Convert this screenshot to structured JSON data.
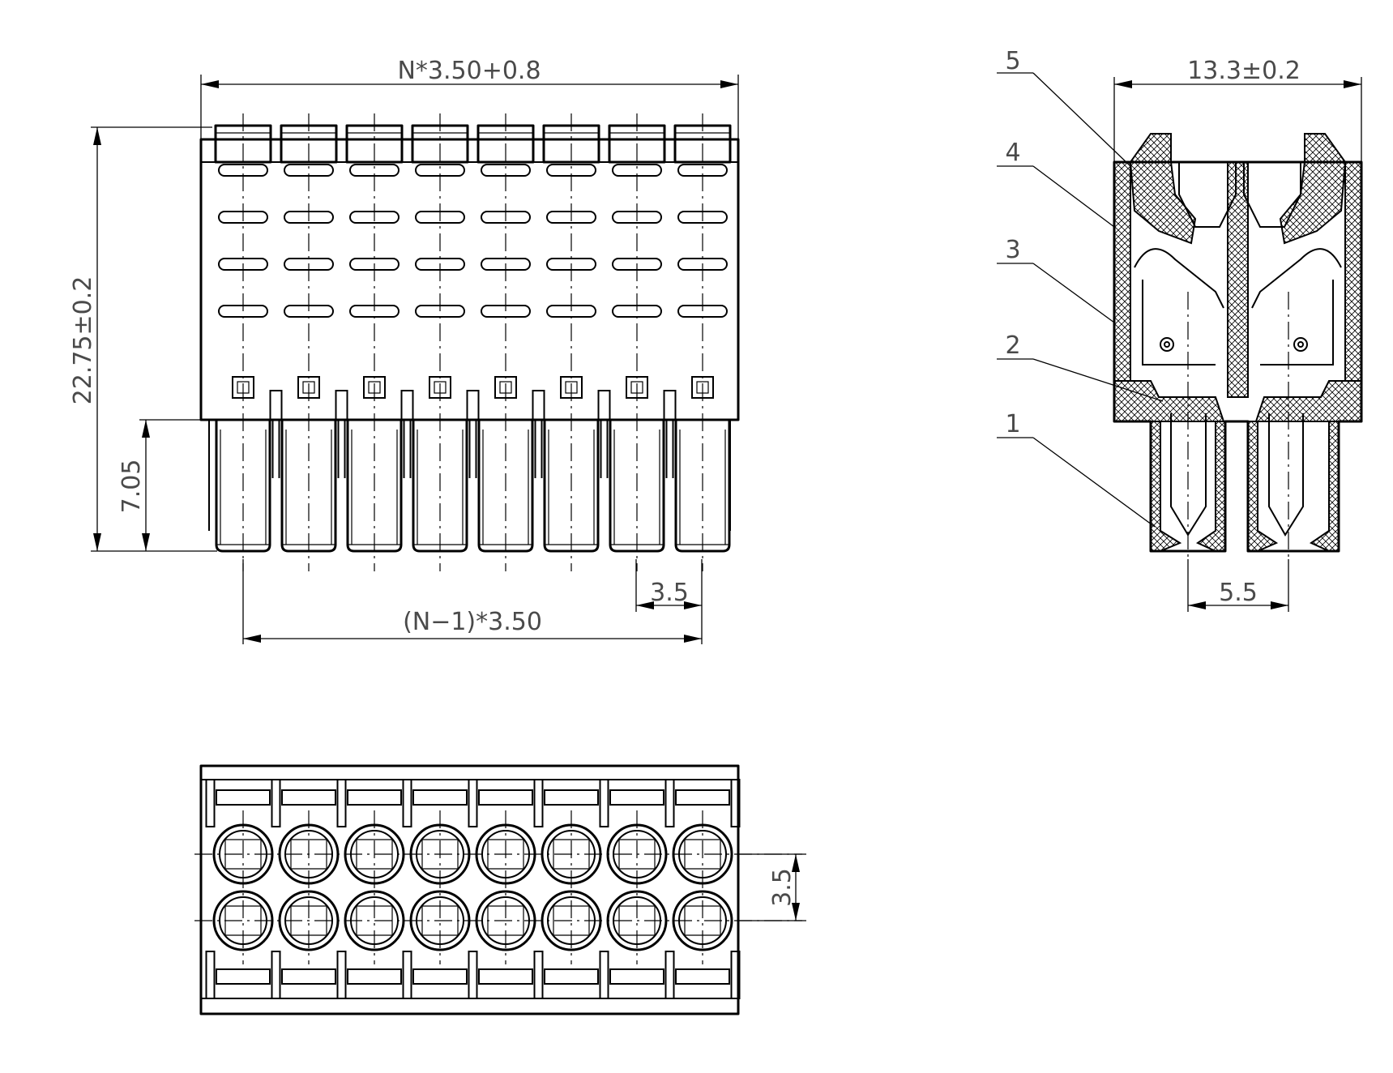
{
  "front_view": {
    "dim_top_width": "N*3.50+0.8",
    "dim_height": "22.75±0.2",
    "dim_pin_length": "7.05",
    "dim_pitch": "3.5",
    "dim_span": "(N−1)*3.50",
    "pole_count": 8
  },
  "side_view": {
    "dim_width": "13.3±0.2",
    "dim_pin_spacing": "5.5",
    "callouts": [
      "5",
      "4",
      "3",
      "2",
      "1"
    ]
  },
  "bottom_view": {
    "dim_row_pitch": "3.5",
    "pole_count": 8
  }
}
